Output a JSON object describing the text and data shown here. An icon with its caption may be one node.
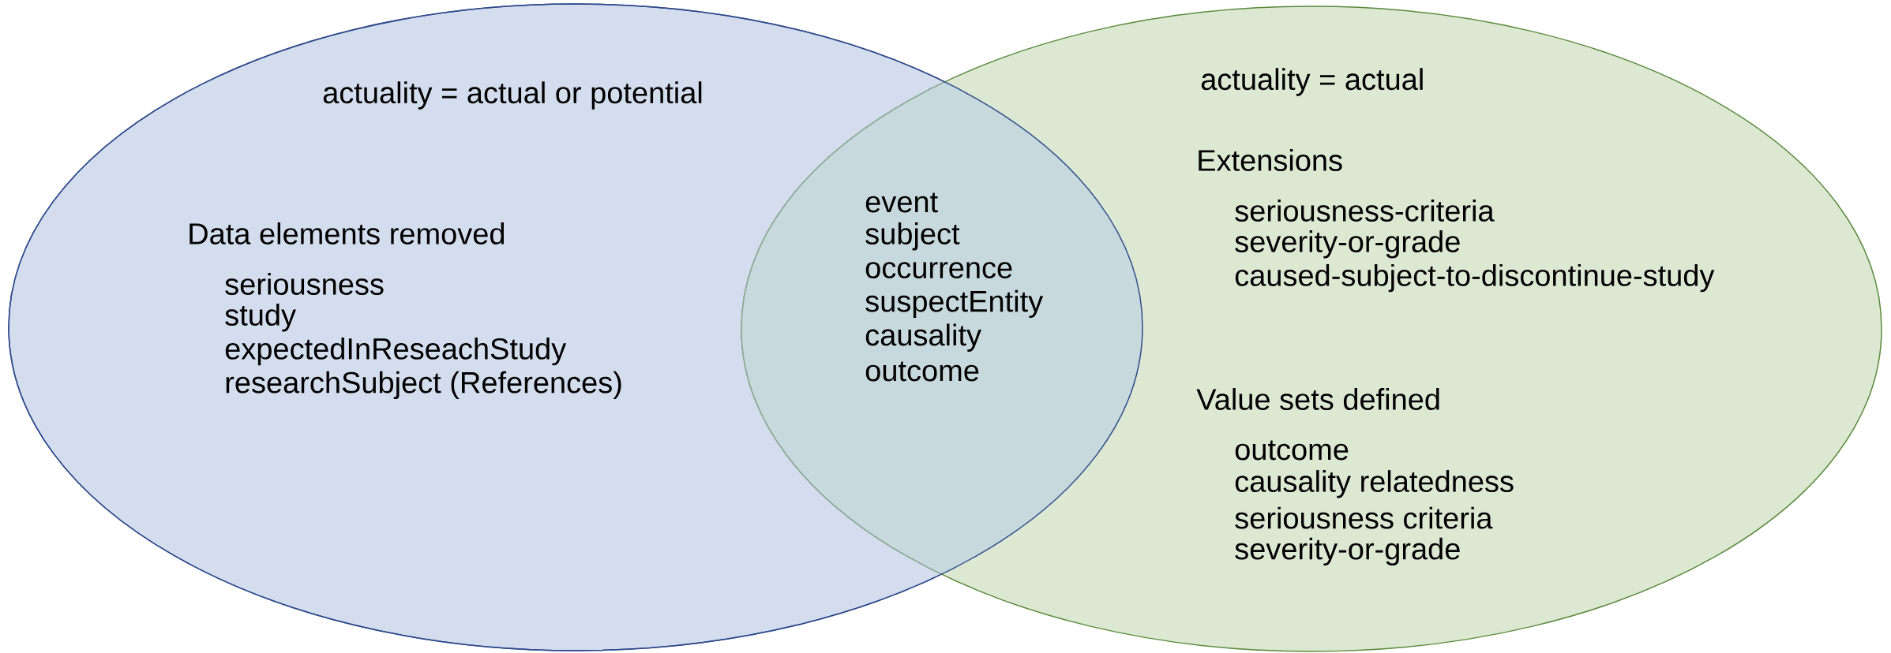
{
  "diagram": {
    "nodes": [
      {
        "text": [
          "actuality = actual or potential",
          "Data elements removed",
          "seriousness",
          "study",
          "expectedInReseachStudy",
          "researchSubject (References)"
        ]
      },
      {
        "text": [
          "actuality = actual",
          "Extensions",
          "seriousness-criteria",
          "severity-or-grade",
          "caused-subject-to-discontinue-study",
          "Value sets defined",
          "outcome",
          "causality relatedness",
          "seriousness criteria",
          "severity-or-grade"
        ]
      }
    ],
    "labels": [
      "event",
      "subject",
      "occurrence",
      "suspectEntity",
      "causality",
      "outcome"
    ]
  }
}
